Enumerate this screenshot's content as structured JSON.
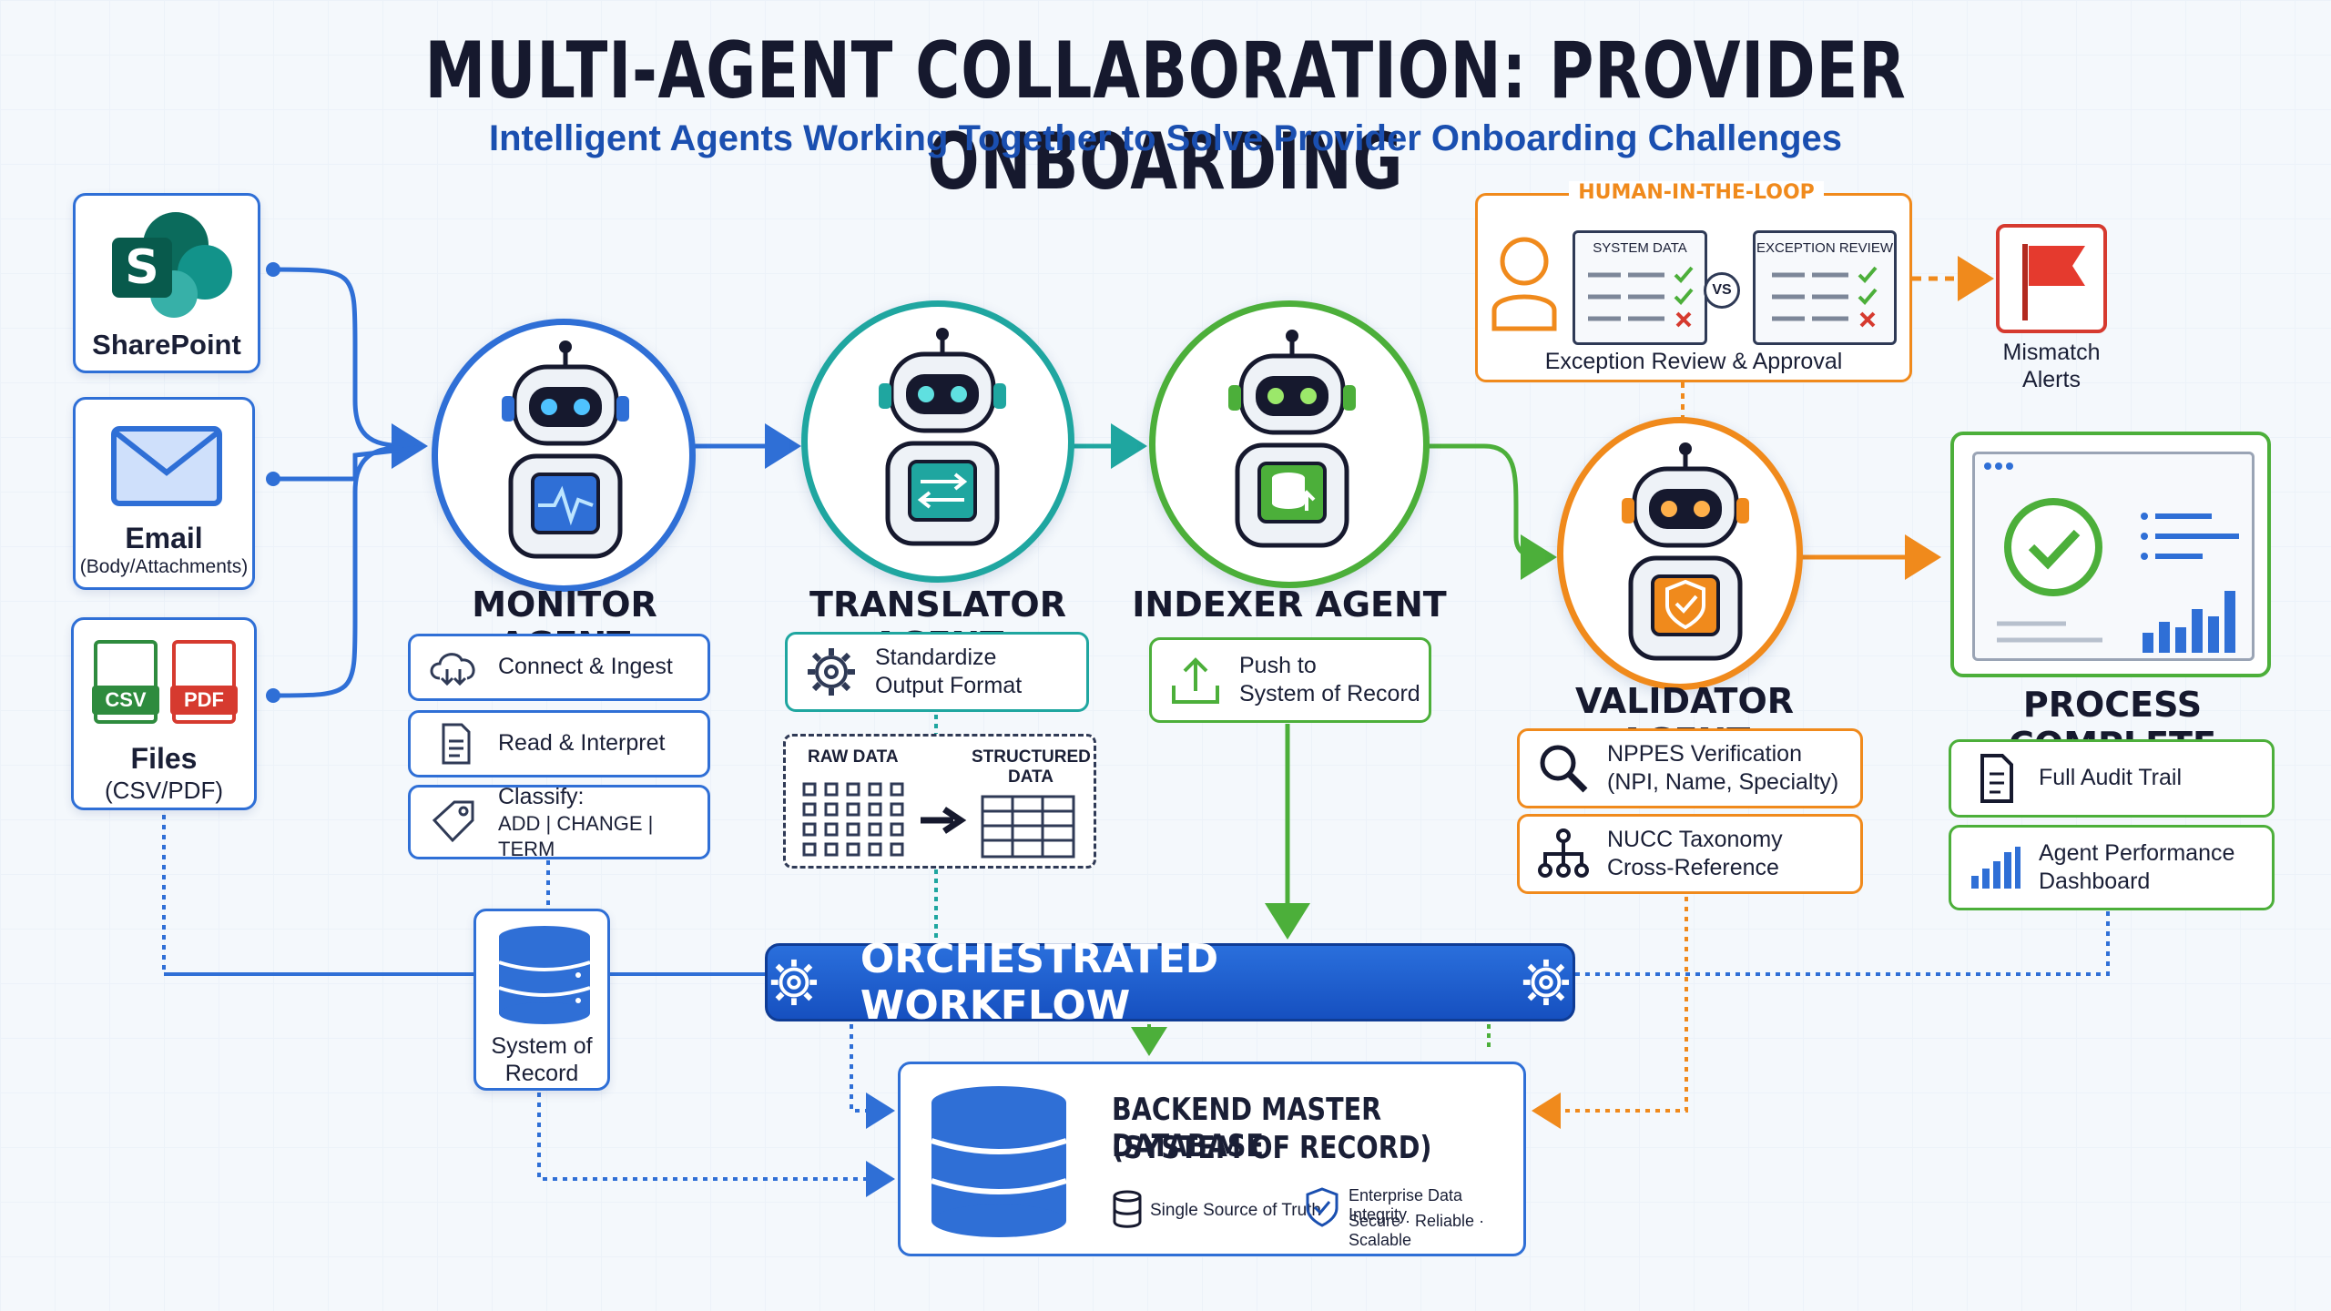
{
  "title": "MULTI-AGENT COLLABORATION: PROVIDER ONBOARDING",
  "subtitle": "Intelligent Agents Working Together to Solve Provider Onboarding Challenges",
  "sources": [
    {
      "label": "SharePoint",
      "sub": ""
    },
    {
      "label": "Email",
      "sub": "(Body/Attachments)"
    },
    {
      "label": "Files",
      "sub": "(CSV/PDF)",
      "badges": [
        "CSV",
        "PDF"
      ]
    }
  ],
  "monitor": {
    "name": "MONITOR AGENT",
    "steps": [
      {
        "line1": "Connect & Ingest",
        "line2": ""
      },
      {
        "line1": "Read & Interpret",
        "line2": ""
      },
      {
        "line1": "Classify:",
        "line2": "ADD | CHANGE | TERM"
      }
    ]
  },
  "translator": {
    "name": "TRANSLATOR AGENT",
    "step": {
      "line1": "Standardize",
      "line2": "Output Format"
    },
    "raw_label": "RAW DATA",
    "structured_label": "STRUCTURED DATA"
  },
  "indexer": {
    "name": "INDEXER AGENT",
    "step": {
      "line1": "Push to",
      "line2": "System of Record"
    }
  },
  "validator": {
    "name": "VALIDATOR AGENT",
    "steps": [
      {
        "line1": "NPPES Verification",
        "line2": "(NPI, Name, Specialty)"
      },
      {
        "line1": "NUCC Taxonomy",
        "line2": "Cross-Reference"
      }
    ]
  },
  "hitl": {
    "header": "HUMAN-IN-THE-LOOP",
    "left_panel": "SYSTEM DATA",
    "right_panel": "EXCEPTION REVIEW",
    "vs": "VS",
    "caption": "Exception Review & Approval"
  },
  "alerts": {
    "line1": "Mismatch",
    "line2": "Alerts"
  },
  "complete": {
    "name": "PROCESS COMPLETE",
    "steps": [
      {
        "line1": "Full Audit Trail",
        "line2": ""
      },
      {
        "line1": "Agent Performance",
        "line2": "Dashboard"
      }
    ]
  },
  "system_of_record": {
    "line1": "System of",
    "line2": "Record"
  },
  "orchestration": "ORCHESTRATED WORKFLOW",
  "backend": {
    "line1": "BACKEND MASTER DATABASE",
    "line2": "(SYSTEM OF RECORD)",
    "feature1": "Single Source of Truth",
    "feature2_line1": "Enterprise Data Integrity",
    "feature2_line2": "Secure · Reliable · Scalable"
  },
  "colors": {
    "monitor": "#2f6fd6",
    "translator": "#1fa6a0",
    "indexer": "#4caf3a",
    "validator": "#f08a1c",
    "complete": "#4caf3a",
    "navy": "#16192e"
  }
}
